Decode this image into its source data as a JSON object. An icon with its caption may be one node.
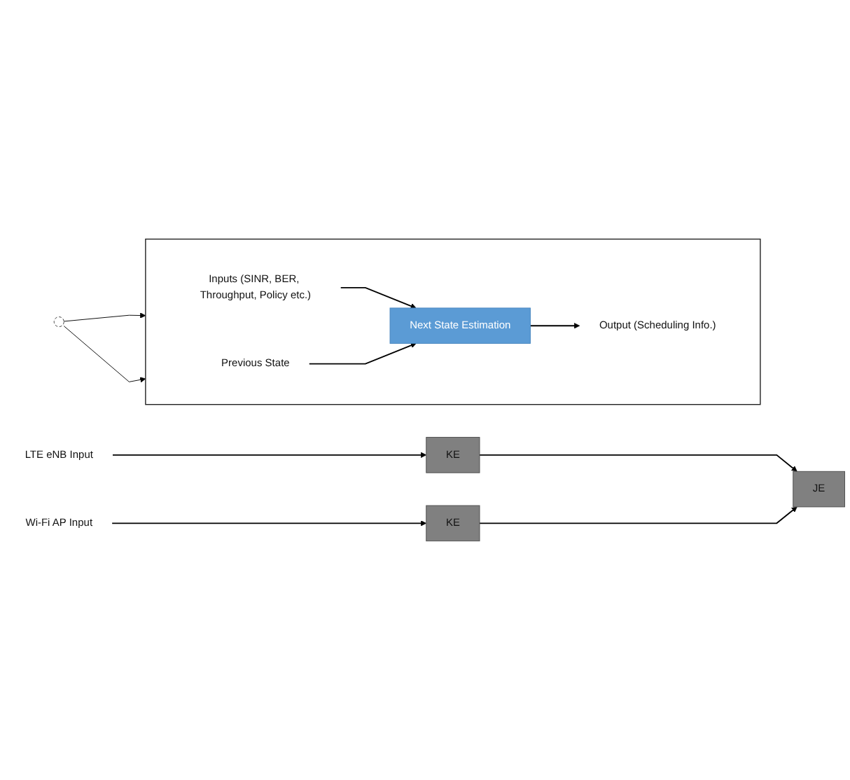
{
  "diagram": {
    "nodes": [
      {
        "text": [
          "LTE eNB Input"
        ]
      },
      {
        "text": [
          "KE"
        ]
      },
      {
        "text": [
          "JE"
        ]
      },
      {
        "text": [
          "Wi-Fi AP Input"
        ]
      },
      {
        "text": [
          "KE"
        ]
      },
      {
        "text": [],
        "shape": "circle"
      },
      {
        "text": [],
        "shape": "box"
      },
      {
        "text": [
          "Inputs (SINR, BER, Throughput, Policy etc.)"
        ],
        "in": 6
      },
      {
        "text": [
          "Next State Estimation"
        ],
        "in": 6
      },
      {
        "text": [
          "Output (Scheduling Info.)"
        ],
        "in": 6
      },
      {
        "text": [
          "Previous State"
        ],
        "in": 6
      }
    ],
    "edges": [
      {
        "from": 0,
        "to": 1,
        "arrow": "to"
      },
      {
        "from": 1,
        "to": 2,
        "arrow": "to"
      },
      {
        "from": 3,
        "to": 4,
        "arrow": "to"
      },
      {
        "from": 4,
        "to": 2,
        "arrow": "to"
      },
      {
        "from": 5,
        "to": 6,
        "arrow": "to"
      },
      {
        "from": 5,
        "to": 6,
        "arrow": "to"
      },
      {
        "from": 7,
        "to": 8,
        "arrow": "to"
      },
      {
        "from": 8,
        "to": 9,
        "arrow": "to"
      },
      {
        "from": 10,
        "to": 8,
        "arrow": "to"
      }
    ]
  }
}
